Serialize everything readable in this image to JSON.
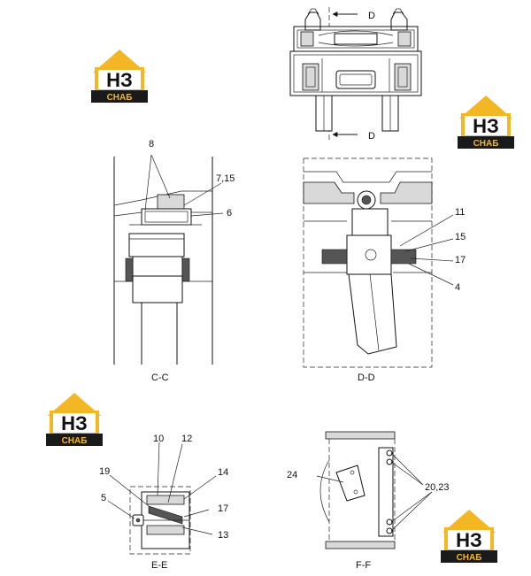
{
  "logo": {
    "top_text": "НЗ",
    "bottom_text": "СНАБ",
    "accent_color": "#f2b722",
    "dark_color": "#1a1a1a"
  },
  "section_marks": {
    "d_top": "D",
    "d_bottom": "D"
  },
  "views": {
    "cc": {
      "title": "C-C",
      "labels": [
        "8",
        "7,15",
        "6"
      ]
    },
    "dd": {
      "title": "D-D",
      "labels": [
        "11",
        "15",
        "17",
        "4"
      ]
    },
    "ee": {
      "title": "E-E",
      "labels": [
        "10",
        "12",
        "19",
        "14",
        "5",
        "17",
        "13"
      ]
    },
    "ff": {
      "title": "F-F",
      "labels": [
        "24",
        "20,23"
      ]
    }
  }
}
